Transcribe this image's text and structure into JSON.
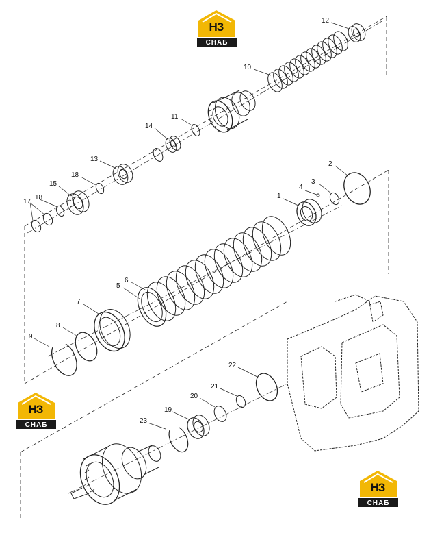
{
  "watermark": {
    "top_text": "НЗ",
    "bottom_text": "СНАБ",
    "accent": "#F2B705",
    "dark": "#1a1a1a"
  },
  "callouts": {
    "c1": "1",
    "c2": "2",
    "c3": "3",
    "c4": "4",
    "c5": "5",
    "c6": "6",
    "c7": "7",
    "c8": "8",
    "c9": "9",
    "c10": "10",
    "c11": "11",
    "c12": "12",
    "c13": "13",
    "c14": "14",
    "c15": "15",
    "c17": "17",
    "c18a": "18",
    "c18b": "18",
    "c19": "19",
    "c20": "20",
    "c21": "21",
    "c22": "22",
    "c23": "23"
  }
}
